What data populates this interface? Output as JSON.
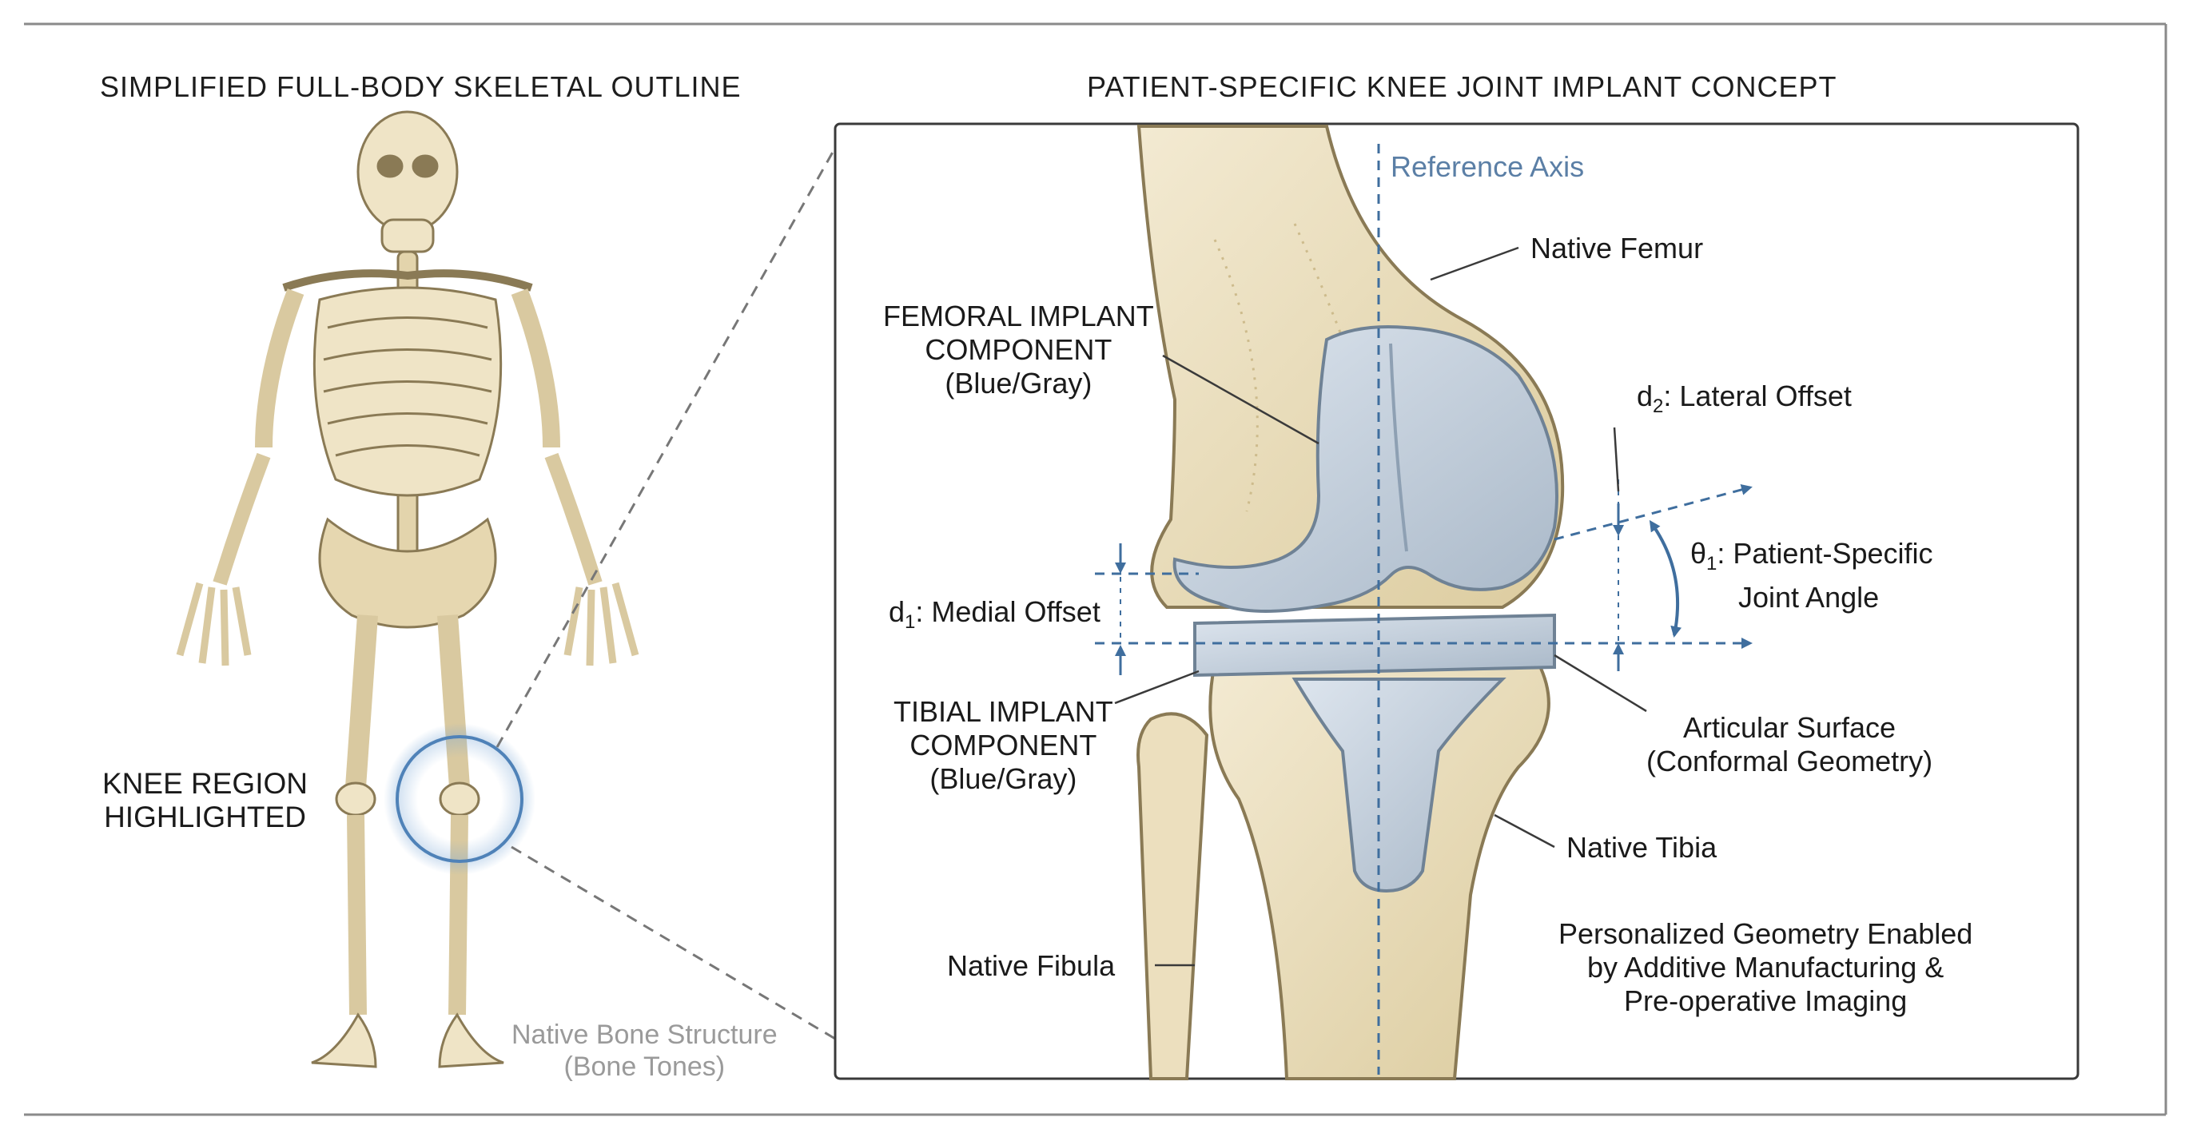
{
  "left_panel": {
    "title": "SIMPLIFIED FULL-BODY SKELETAL OUTLINE",
    "knee_label_line1": "KNEE REGION",
    "knee_label_line2": "HIGHLIGHTED",
    "bone_label_line1": "Native Bone Structure",
    "bone_label_line2": "(Bone Tones)"
  },
  "right_panel": {
    "title": "PATIENT-SPECIFIC KNEE JOINT IMPLANT CONCEPT",
    "reference_axis": "Reference Axis",
    "native_femur": "Native Femur",
    "femoral_line1": "FEMORAL IMPLANT",
    "femoral_line2": "COMPONENT",
    "femoral_line3": "(Blue/Gray)",
    "d2_symbol": "d",
    "d2_sub": "2",
    "d2_text": ": Lateral Offset",
    "theta_symbol": "θ",
    "theta_sub": "1",
    "theta_text_line1": ": Patient-Specific",
    "theta_text_line2": "Joint Angle",
    "d1_symbol": "d",
    "d1_sub": "1",
    "d1_text": ": Medial Offset",
    "tibial_line1": "TIBIAL IMPLANT",
    "tibial_line2": "COMPONENT",
    "tibial_line3": "(Blue/Gray)",
    "articular_line1": "Articular Surface",
    "articular_line2": "(Conformal Geometry)",
    "native_tibia": "Native Tibia",
    "native_fibula": "Native Fibula",
    "personalized_line1": "Personalized Geometry Enabled",
    "personalized_line2": "by Additive Manufacturing &",
    "personalized_line3": "Pre-operative Imaging"
  },
  "colors": {
    "bone": "#efe4c6",
    "bone_shade": "#d9c9a0",
    "bone_outline": "#8a7a55",
    "implant": "#c3ced9",
    "implant_shade": "#9fb0c2",
    "axis_blue": "#3f6e9e",
    "highlight": "#7aa7d6"
  }
}
